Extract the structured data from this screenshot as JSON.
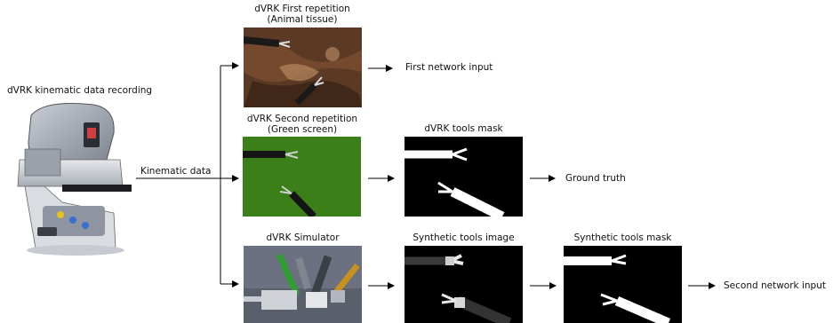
{
  "title": "dVRK kinematic data recording",
  "edge_label": "Kinematic data",
  "blocks": {
    "first": {
      "title1": "dVRK First repetition",
      "title2": "(Animal tissue)",
      "output": "First network input"
    },
    "second": {
      "title1": "dVRK Second repetition",
      "title2": "(Green screen)"
    },
    "mask": {
      "title": "dVRK tools mask",
      "output": "Ground truth"
    },
    "sim": {
      "title": "dVRK Simulator"
    },
    "synth_image": {
      "title": "Synthetic tools image"
    },
    "synth_mask": {
      "title": "Synthetic tools mask",
      "output": "Second network input"
    }
  },
  "colors": {
    "tissue": "#5a3a24",
    "green_screen": "#3f8a1a",
    "mask_bg": "#000000",
    "tool": "#ffffff",
    "sim_bg": "#6b7180"
  },
  "icons": {
    "robot": "surgical-console-icon",
    "arrow": "arrow-right-icon"
  }
}
